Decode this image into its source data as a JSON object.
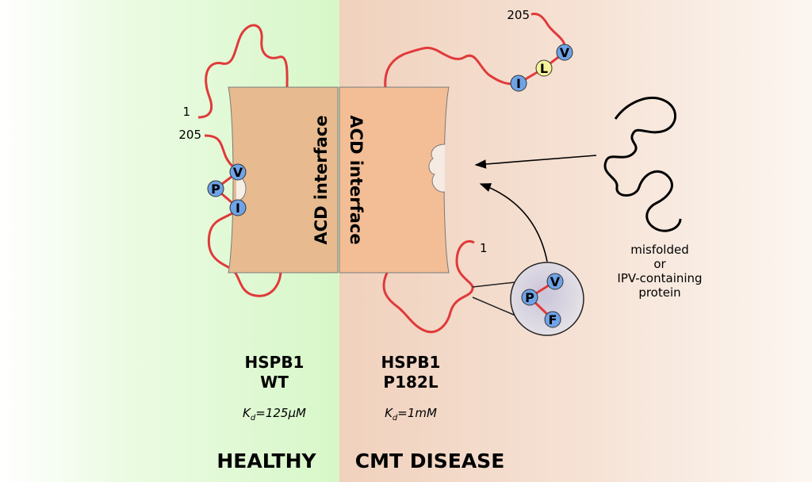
{
  "panels": {
    "left": {
      "background": "#d9f7cc",
      "title_line1": "HSPB1",
      "title_line2": "WT",
      "kd_prefix": "K",
      "kd_sub": "d",
      "kd_value": "=125μM",
      "footer": "HEALTHY"
    },
    "right": {
      "background": "#f2d5c3",
      "title_line1": "HSPB1",
      "title_line2": "P182L",
      "kd_prefix": "K",
      "kd_sub": "d",
      "kd_value": "=1mM",
      "footer": "CMT DISEASE"
    }
  },
  "left_monomer": {
    "interface_label": "ACD interface",
    "n_term_label": "1",
    "c_term_label": "205",
    "motif_residues": [
      "V",
      "P",
      "I"
    ]
  },
  "right_monomer": {
    "interface_label": "ACD interface",
    "n_term_label": "1",
    "c_term_label": "205",
    "c_tail_residues": [
      "I",
      "L",
      "V"
    ],
    "zoom_residues": [
      "P",
      "V",
      "F"
    ]
  },
  "client": {
    "label_line1": "misfolded",
    "label_line2": "or",
    "label_line3": "IPV-containing",
    "label_line4": "protein"
  },
  "colors": {
    "domain_left": "#e7bb8f",
    "domain_right": "#f3bd96",
    "tail": "#e03a3a",
    "residue_blue": "#6fa3e8",
    "residue_yellow": "#f7f29a",
    "zoom_fill": "#d2cfd6"
  }
}
